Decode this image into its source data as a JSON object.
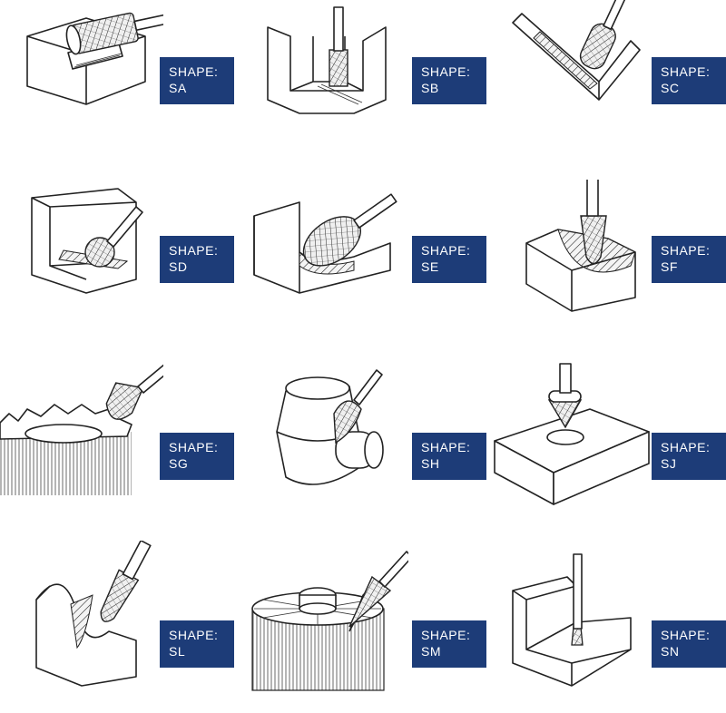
{
  "shapes": [
    {
      "prefix": "SHAPE:",
      "code": "SA",
      "icon": "cylinder-burr-slot-icon"
    },
    {
      "prefix": "SHAPE:",
      "code": "SB",
      "icon": "cylinder-end-cut-burr-groove-icon"
    },
    {
      "prefix": "SHAPE:",
      "code": "SC",
      "icon": "cylinder-radius-end-burr-angle-icon"
    },
    {
      "prefix": "SHAPE:",
      "code": "SD",
      "icon": "ball-burr-internal-corner-icon"
    },
    {
      "prefix": "SHAPE:",
      "code": "SE",
      "icon": "oval-burr-channel-icon"
    },
    {
      "prefix": "SHAPE:",
      "code": "SF",
      "icon": "tree-radius-burr-fillet-icon"
    },
    {
      "prefix": "SHAPE:",
      "code": "SG",
      "icon": "tree-pointed-burr-gear-teeth-icon"
    },
    {
      "prefix": "SHAPE:",
      "code": "SH",
      "icon": "flame-burr-pipe-joint-icon"
    },
    {
      "prefix": "SHAPE:",
      "code": "SJ",
      "icon": "countersink-cone-burr-hole-icon"
    },
    {
      "prefix": "SHAPE:",
      "code": "SL",
      "icon": "taper-radius-burr-contour-icon"
    },
    {
      "prefix": "SHAPE:",
      "code": "SM",
      "icon": "taper-pointed-burr-fins-icon"
    },
    {
      "prefix": "SHAPE:",
      "code": "SN",
      "icon": "inverted-cone-burr-corner-icon"
    }
  ],
  "colors": {
    "label_bg": "#1d3c78",
    "label_text": "#ffffff",
    "line": "#222222"
  }
}
